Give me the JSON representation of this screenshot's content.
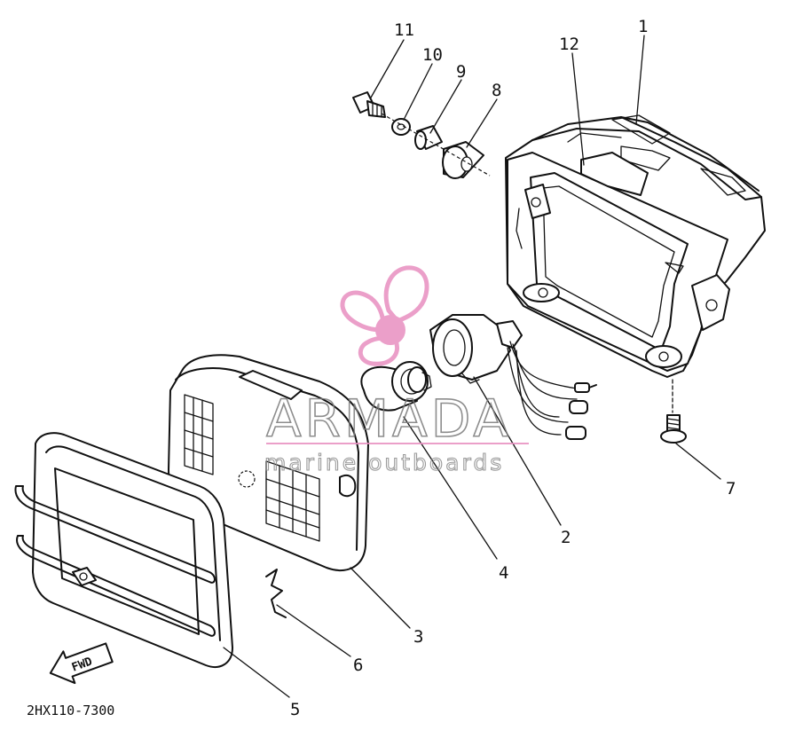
{
  "diagram": {
    "callouts": [
      {
        "id": "1",
        "label": "1"
      },
      {
        "id": "2",
        "label": "2"
      },
      {
        "id": "3",
        "label": "3"
      },
      {
        "id": "4",
        "label": "4"
      },
      {
        "id": "5",
        "label": "5"
      },
      {
        "id": "6",
        "label": "6"
      },
      {
        "id": "7",
        "label": "7"
      },
      {
        "id": "8",
        "label": "8"
      },
      {
        "id": "9",
        "label": "9"
      },
      {
        "id": "10",
        "label": "10"
      },
      {
        "id": "11",
        "label": "11"
      },
      {
        "id": "12",
        "label": "12"
      }
    ],
    "fwd_label": "FWD",
    "drawing_code": "2HX110-7300"
  },
  "watermark": {
    "title": "ARMADA",
    "subtitle": "marine outboards",
    "logo_color": "#e88fc0"
  }
}
